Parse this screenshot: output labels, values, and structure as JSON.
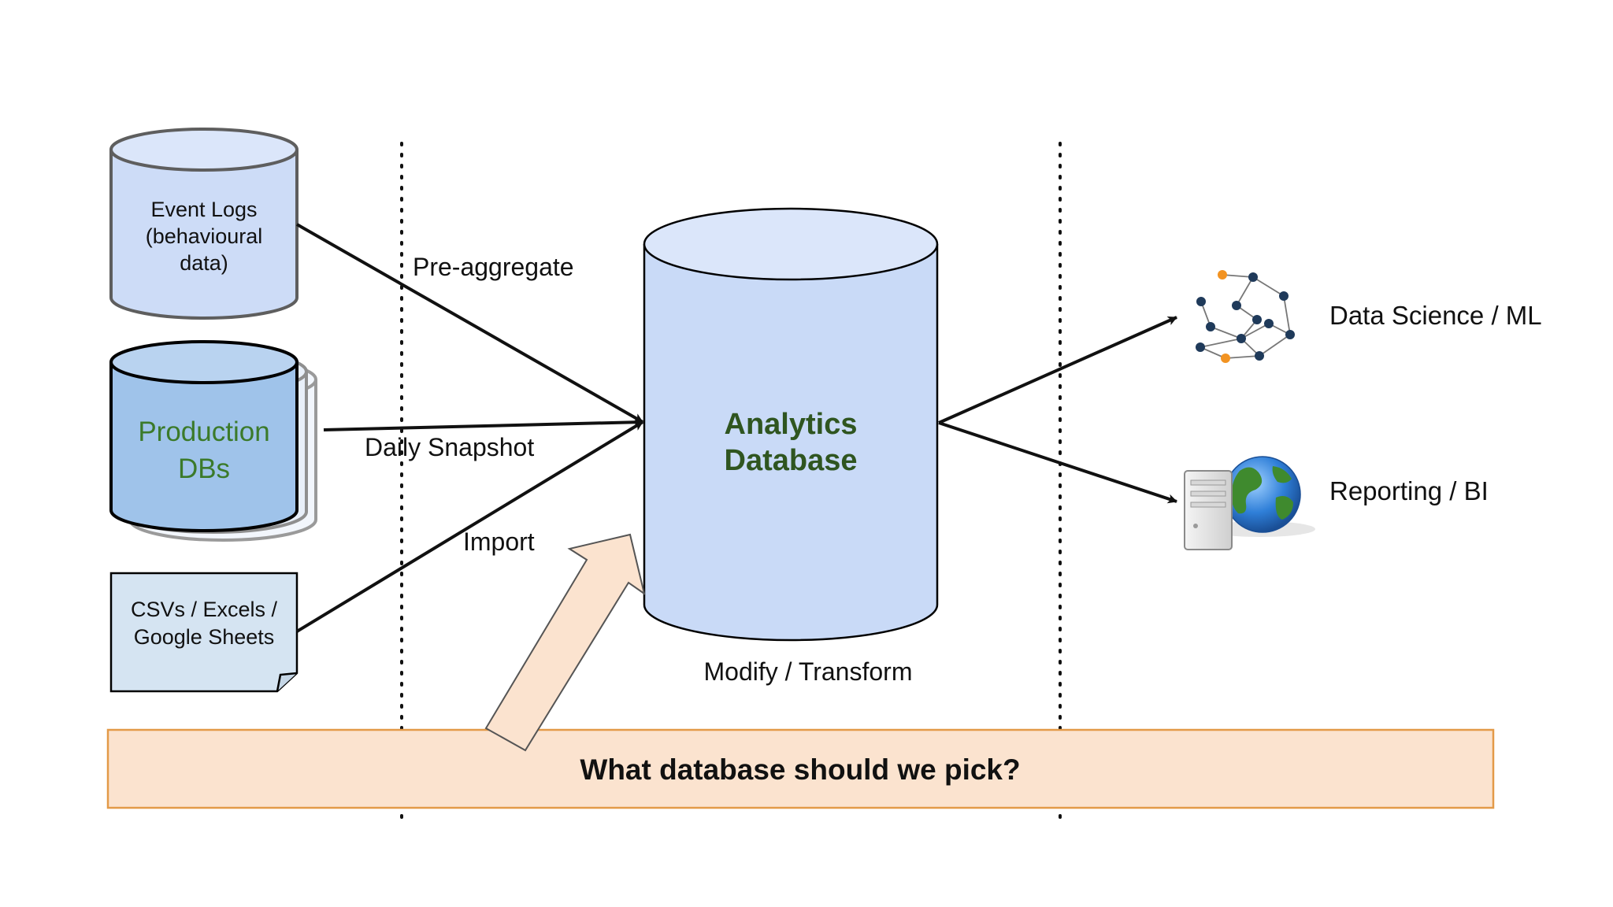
{
  "sources": {
    "event_logs": {
      "line1": "Event Logs",
      "line2": "(behavioural",
      "line3": "data)"
    },
    "production_dbs": {
      "line1": "Production",
      "line2": "DBs"
    },
    "csvs": {
      "line1": "CSVs / Excels /",
      "line2": "Google Sheets"
    }
  },
  "flows": {
    "pre_aggregate": "Pre-aggregate",
    "daily_snapshot": "Daily Snapshot",
    "import": "Import"
  },
  "analytics": {
    "line1": "Analytics",
    "line2": "Database",
    "transform_label": "Modify / Transform"
  },
  "outputs": {
    "data_science": "Data Science / ML",
    "reporting": "Reporting / BI"
  },
  "question": "What database should we pick?",
  "colors": {
    "cylinder_light": "#cddcf7",
    "cylinder_prod": "#9fc3ea",
    "note_fill": "#d5e4f2",
    "banner_fill": "#fbe3cf",
    "banner_border": "#e39a48",
    "node_dark": "#1f3a5a",
    "node_orange": "#f29322",
    "green_text": "#3b7a2a",
    "dark_green_text": "#2f5520"
  }
}
